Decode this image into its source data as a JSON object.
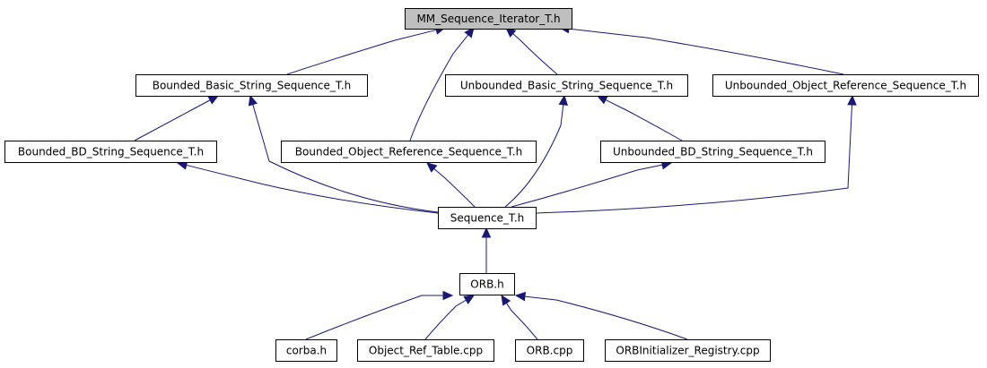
{
  "nodes": [
    {
      "id": "mm_seq_iter",
      "label": "MM_Sequence_Iterator_T.h",
      "highlight": true
    },
    {
      "id": "bounded_basic",
      "label": "Bounded_Basic_String_Sequence_T.h"
    },
    {
      "id": "unbounded_basic",
      "label": "Unbounded_Basic_String_Sequence_T.h"
    },
    {
      "id": "unbounded_objref",
      "label": "Unbounded_Object_Reference_Sequence_T.h"
    },
    {
      "id": "bounded_bd",
      "label": "Bounded_BD_String_Sequence_T.h"
    },
    {
      "id": "bounded_objref",
      "label": "Bounded_Object_Reference_Sequence_T.h"
    },
    {
      "id": "unbounded_bd",
      "label": "Unbounded_BD_String_Sequence_T.h"
    },
    {
      "id": "sequence_t",
      "label": "Sequence_T.h"
    },
    {
      "id": "orb_h",
      "label": "ORB.h"
    },
    {
      "id": "corba_h",
      "label": "corba.h"
    },
    {
      "id": "object_ref_table",
      "label": "Object_Ref_Table.cpp"
    },
    {
      "id": "orb_cpp",
      "label": "ORB.cpp"
    },
    {
      "id": "orbinit_registry",
      "label": "ORBInitializer_Registry.cpp"
    }
  ],
  "edges": [
    {
      "from": "bounded_basic",
      "to": "mm_seq_iter"
    },
    {
      "from": "bounded_objref",
      "to": "mm_seq_iter"
    },
    {
      "from": "unbounded_basic",
      "to": "mm_seq_iter"
    },
    {
      "from": "unbounded_objref",
      "to": "mm_seq_iter"
    },
    {
      "from": "bounded_bd",
      "to": "bounded_basic"
    },
    {
      "from": "sequence_t",
      "to": "bounded_basic"
    },
    {
      "from": "sequence_t",
      "to": "bounded_bd"
    },
    {
      "from": "sequence_t",
      "to": "bounded_objref"
    },
    {
      "from": "sequence_t",
      "to": "unbounded_basic"
    },
    {
      "from": "unbounded_bd",
      "to": "unbounded_basic"
    },
    {
      "from": "sequence_t",
      "to": "unbounded_bd"
    },
    {
      "from": "sequence_t",
      "to": "unbounded_objref"
    },
    {
      "from": "orb_h",
      "to": "sequence_t"
    },
    {
      "from": "corba_h",
      "to": "orb_h"
    },
    {
      "from": "object_ref_table",
      "to": "orb_h"
    },
    {
      "from": "orb_cpp",
      "to": "orb_h"
    },
    {
      "from": "orbinit_registry",
      "to": "orb_h"
    }
  ],
  "colors": {
    "edge": "#191970",
    "node_border": "#000000",
    "node_fill": "#ffffff",
    "root_fill": "#bfbfbf"
  }
}
